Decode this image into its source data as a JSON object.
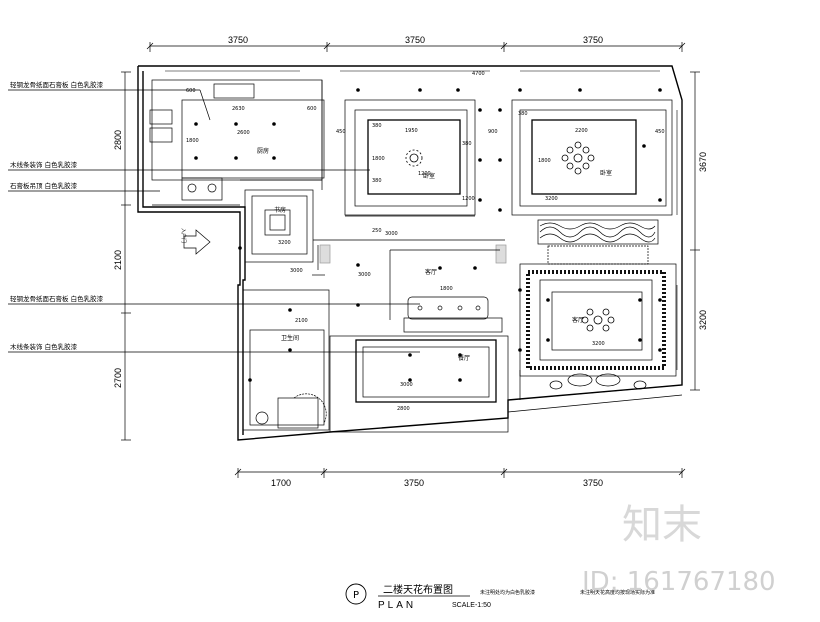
{
  "dimensions": {
    "top": [
      "3750",
      "3750",
      "3750"
    ],
    "bottom": [
      "1700",
      "3750",
      "3750"
    ],
    "left": [
      "2800",
      "2100",
      "2700"
    ],
    "right": [
      "3670",
      "3200"
    ]
  },
  "callouts": [
    "轻钢龙骨纸面石膏板 白色乳胶漆",
    "木线条装饰 白色乳胶漆",
    "石膏板吊顶 白色乳胶漆",
    "轻钢龙骨纸面石膏板 白色乳胶漆",
    "木线条装饰 白色乳胶漆"
  ],
  "rooms": {
    "kitchen": "厨房",
    "bedroom1": "卧室",
    "bedroom2": "卧室",
    "hall": "客厅",
    "living": "客厅",
    "bath": "卫生间",
    "dining": "餐厅",
    "study": "书房"
  },
  "inner_dims": {
    "k_2630": "2630",
    "k_2600": "2600",
    "k_600": "600",
    "k_1800": "1800",
    "k_600b": "600",
    "b1_1950": "1950",
    "b1_450": "450",
    "b1_380a": "380",
    "b1_380b": "380",
    "b1_1200": "1200",
    "b1_1800": "1800",
    "b1_1200b": "1200",
    "b1_380c": "380",
    "b2_2200": "2200",
    "b2_900": "900",
    "b2_450": "450",
    "b2_380": "380",
    "b2_1800": "1800",
    "b2_3200": "3200",
    "c_3200": "3200",
    "c_3000": "3000",
    "h_3000": "3000",
    "h_1800": "1800",
    "h_3000b": "3000",
    "h_250": "250",
    "bath_2100": "2100",
    "liv_3200": "3200",
    "din_3000": "3000",
    "din_2800": "2800",
    "din_4700": "4700"
  },
  "entry_label": "入户门",
  "title": {
    "symbol": "P",
    "main": "二楼天花布置图",
    "sub": "PLAN",
    "scale": "SCALE-1:50",
    "note1": "未注明处均为白色乳胶漆",
    "note2": "未注明天花高度均按现场实际为准"
  },
  "watermark": {
    "brand": "知末",
    "id": "ID: 161767180"
  }
}
